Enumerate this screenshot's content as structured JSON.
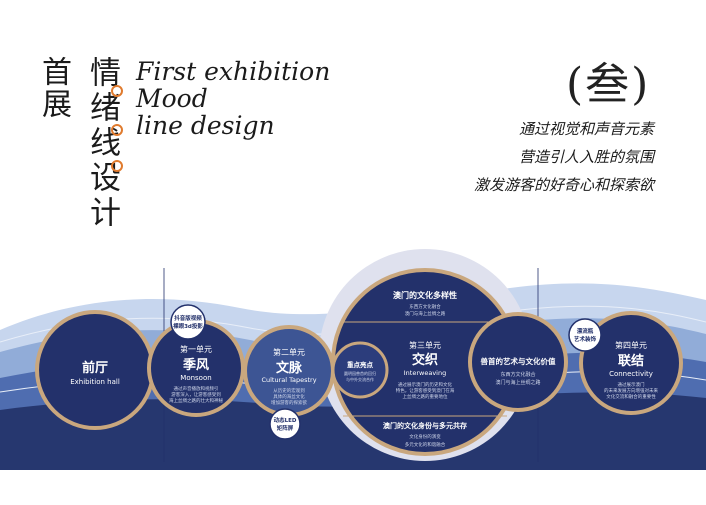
{
  "header": {
    "cn_col1": "首展",
    "cn_col2": "情绪线设计",
    "en_title": "First exhibition\nMood\nline design",
    "section_number": "(叁)",
    "tagline": [
      "通过视觉和声音元素",
      "营造引人入胜的氛围",
      "激发游客的好奇心和探索欲"
    ]
  },
  "colors": {
    "navy": "#23316b",
    "gold": "#c9a77e",
    "accent_orange": "#e07b2e",
    "wave_light": "#b9cce8",
    "wave_mid": "#7f9dcf",
    "wave_dark": "#3b5aa2"
  },
  "diagram": {
    "nodes": {
      "lobby": {
        "title": "前厅",
        "subtitle": "Exhibition hall"
      },
      "unit1": {
        "unit": "第一单元",
        "title": "季风",
        "subtitle": "Monsoon",
        "body": [
          "通过声音播放和视频引",
          "游客深入，让游客感受到",
          "海上丝绸之路的壮大和神秘"
        ]
      },
      "unit2": {
        "unit": "第二单元",
        "title": "文脉",
        "subtitle": "Cultural Tapestry",
        "body": [
          "从历史的宏观到",
          "具体的海丝文化",
          "增加游客的探索欲"
        ]
      },
      "unit3": {
        "unit": "第三单元",
        "title": "交织",
        "subtitle": "Interweaving",
        "body": [
          "通过展示澳门的历史和文化",
          "特色，让游客感受到澳门在海",
          "上丝绸之路的重要地位"
        ]
      },
      "unit3_top": {
        "title": "澳门的文化多样性",
        "body": [
          "东西方文化融合",
          "澳门与海上丝绸之路"
        ]
      },
      "unit3_bottom": {
        "title": "澳门的文化身份与多元共存",
        "body": [
          "文化身份的演变",
          "多元文化的和谐融合"
        ]
      },
      "unit3_art": {
        "title": "兽首的艺术与文化价值",
        "body": [
          "东西方文化融合",
          "澳门与海上丝绸之路"
        ]
      },
      "unit4": {
        "unit": "第四单元",
        "title": "联结",
        "subtitle": "Connectivity",
        "body": [
          "通过展示澳门",
          "的未来发展方向增强对未来",
          "文化交流和融合的重要性"
        ]
      },
      "focus": {
        "title": "重点亮点",
        "body": [
          "圆明园兽首的回归",
          "与中外交流合作"
        ]
      }
    },
    "badges": {
      "vr": [
        "抖音版视频",
        "裸眼3d投影"
      ],
      "led": [
        "动态LED",
        "矩阵屏"
      ],
      "art": [
        "漂流瓶",
        "艺术装饰"
      ]
    }
  }
}
